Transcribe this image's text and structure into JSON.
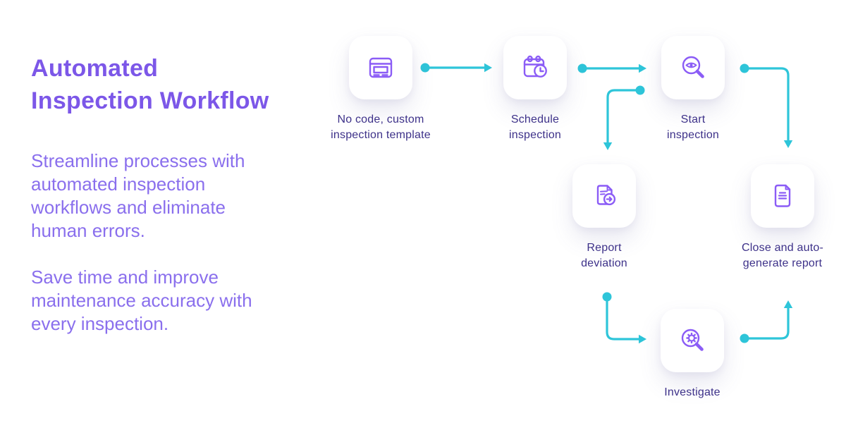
{
  "colors": {
    "heading": "#7c57e8",
    "body_text": "#8a6fed",
    "node_label": "#3d3189",
    "icon_stroke": "#8b5cf6",
    "connector": "#2ec5d9",
    "card_bg": "#ffffff"
  },
  "intro": {
    "title": "Automated\nInspection Workflow",
    "paragraphs": [
      "Streamline processes with\nautomated inspection\nworkflows and eliminate\nhuman errors.",
      "Save time and improve\nmaintenance accuracy with\nevery inspection."
    ]
  },
  "flow": {
    "nodes": [
      {
        "id": "template",
        "label": "No code, custom\ninspection template",
        "icon": "form-template-icon"
      },
      {
        "id": "schedule",
        "label": "Schedule\ninspection",
        "icon": "calendar-clock-icon"
      },
      {
        "id": "start",
        "label": "Start\ninspection",
        "icon": "magnifier-eye-icon"
      },
      {
        "id": "report-deviation",
        "label": "Report\ndeviation",
        "icon": "document-export-icon"
      },
      {
        "id": "close-report",
        "label": "Close and auto-\ngenerate report",
        "icon": "document-lines-icon"
      },
      {
        "id": "investigate",
        "label": "Investigate",
        "icon": "magnifier-gear-icon"
      }
    ],
    "connectors": [
      {
        "from": "template",
        "to": "schedule"
      },
      {
        "from": "schedule",
        "to": "start"
      },
      {
        "from": "start",
        "to": "report-deviation"
      },
      {
        "from": "start",
        "to": "close-report"
      },
      {
        "from": "report-deviation",
        "to": "investigate"
      },
      {
        "from": "investigate",
        "to": "close-report"
      }
    ]
  }
}
